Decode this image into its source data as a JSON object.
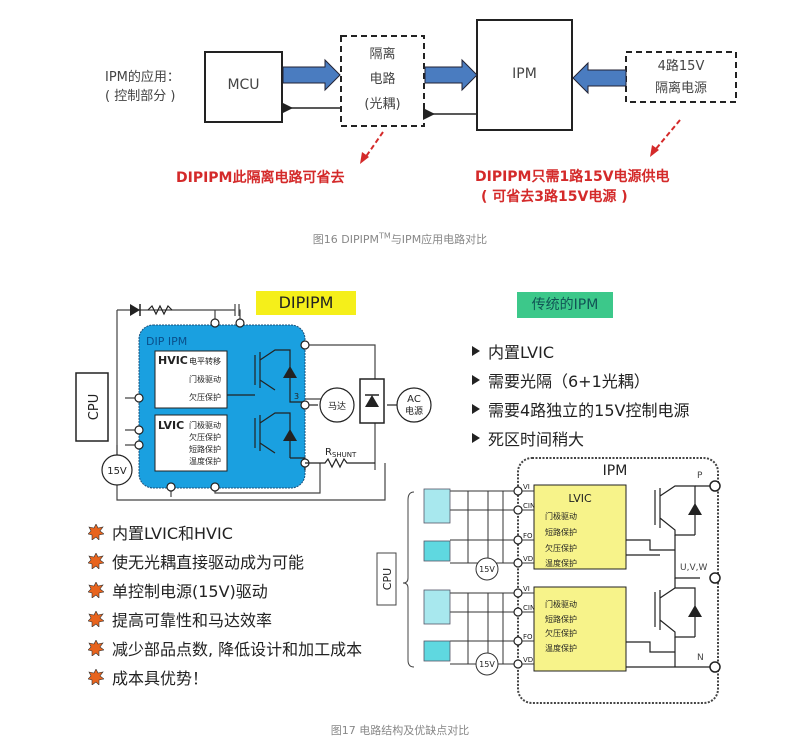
{
  "fig16": {
    "left_label_line1": "IPM的应用：",
    "left_label_line2": "( 控制部分 )",
    "mcu": "MCU",
    "isolation_line1": "隔离",
    "isolation_line2": "电路",
    "isolation_line3": "(光耦)",
    "ipm": "IPM",
    "power_line1": "4路15V",
    "power_line2": "隔离电源",
    "note_left": "DIPIPM此隔离电路可省去",
    "note_right_line1": "DIPIPM只需1路15V电源供电",
    "note_right_line2": "( 可省去3路15V电源 )",
    "caption_prefix": "图16    DIPIPM",
    "caption_sup": "TM",
    "caption_suffix": "与IPM应用电路对比"
  },
  "fig17": {
    "dipipm": {
      "title": "DIPIPM",
      "module_label": "DIP IPM",
      "cpu": "CPU",
      "hvic_name": "HVIC",
      "hvic_funcs": [
        "电平转移",
        "门极驱动",
        "欠压保护"
      ],
      "lvic_name": "LVIC",
      "lvic_funcs": [
        "门极驱动",
        "欠压保护",
        "短路保护",
        "温度保护"
      ],
      "phase_count": "3",
      "motor": "马达",
      "ac_line1": "AC",
      "ac_line2": "电源",
      "shunt_r": "R",
      "shunt_sub": "SHUNT",
      "supply": "15V"
    },
    "advantages": [
      "内置LVIC和HVIC",
      "使无光耦直接驱动成为可能",
      "单控制电源(15V)驱动",
      "提高可靠性和马达效率",
      "减少部品点数, 降低设计和加工成本",
      "成本具优势！"
    ],
    "traditional": {
      "title": "传统的IPM",
      "points": [
        "内置LVIC",
        "需要光隔（6+1光耦）",
        "需要4路独立的15V控制电源",
        "死区时间稍大"
      ]
    },
    "ipm": {
      "title": "IPM",
      "cpu": "CPU",
      "lvic_name": "LVIC",
      "upper_funcs": [
        "门极驱动",
        "短路保护",
        "欠压保护",
        "温度保护"
      ],
      "lower_funcs": [
        "门极驱动",
        "短路保护",
        "欠压保护",
        "温度保护"
      ],
      "pins": [
        "VI",
        "CIN",
        "FO",
        "VD"
      ],
      "terminal_p": "P",
      "terminal_uvw": "U,V,W",
      "terminal_n": "N",
      "supply": "15V"
    },
    "caption": "图17    电路结构及优缺点对比"
  },
  "colors": {
    "arrow_blue": "#4a7cc0",
    "note_red": "#d42a2a",
    "dipipm_blue": "#1aa0e0",
    "title_yellow": "#f5ef1a",
    "title_green": "#3cc88a",
    "ic_yellow": "#f7f38a",
    "opto_cyan": "#5fd8e0",
    "star_orange": "#e8641e"
  }
}
